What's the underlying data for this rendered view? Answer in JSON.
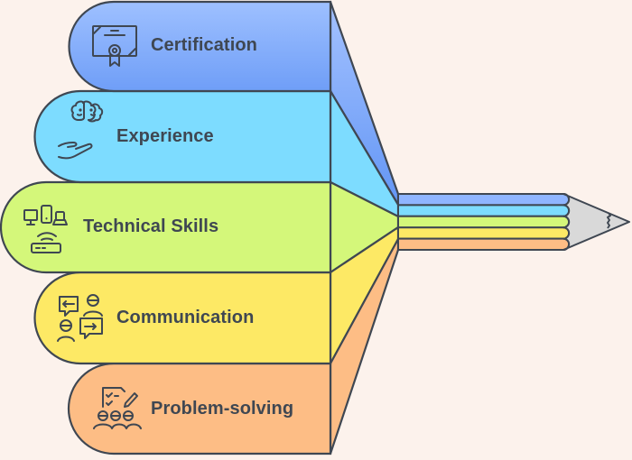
{
  "diagram": {
    "type": "funnel-to-pencil",
    "background": "#fcf2ec",
    "stroke_color": "#3f4752",
    "items": [
      {
        "label": "Certification",
        "icon": "certificate-icon",
        "color": "#8fb5ff",
        "color_dark": "#6f9ef7"
      },
      {
        "label": "Experience",
        "icon": "brain-in-hand-icon",
        "color": "#7ddcff",
        "color_dark": "#7ddcff"
      },
      {
        "label": "Technical Skills",
        "icon": "devices-network-icon",
        "color": "#d4f77a",
        "color_dark": "#d4f77a"
      },
      {
        "label": "Communication",
        "icon": "conversation-icon",
        "color": "#fde965",
        "color_dark": "#fde965"
      },
      {
        "label": "Problem-solving",
        "icon": "team-checklist-icon",
        "color": "#fdbd85",
        "color_dark": "#fdbd85"
      }
    ],
    "pencil": {
      "tip_color": "#d9d9d9",
      "icon": "pencil-tip-icon"
    }
  }
}
